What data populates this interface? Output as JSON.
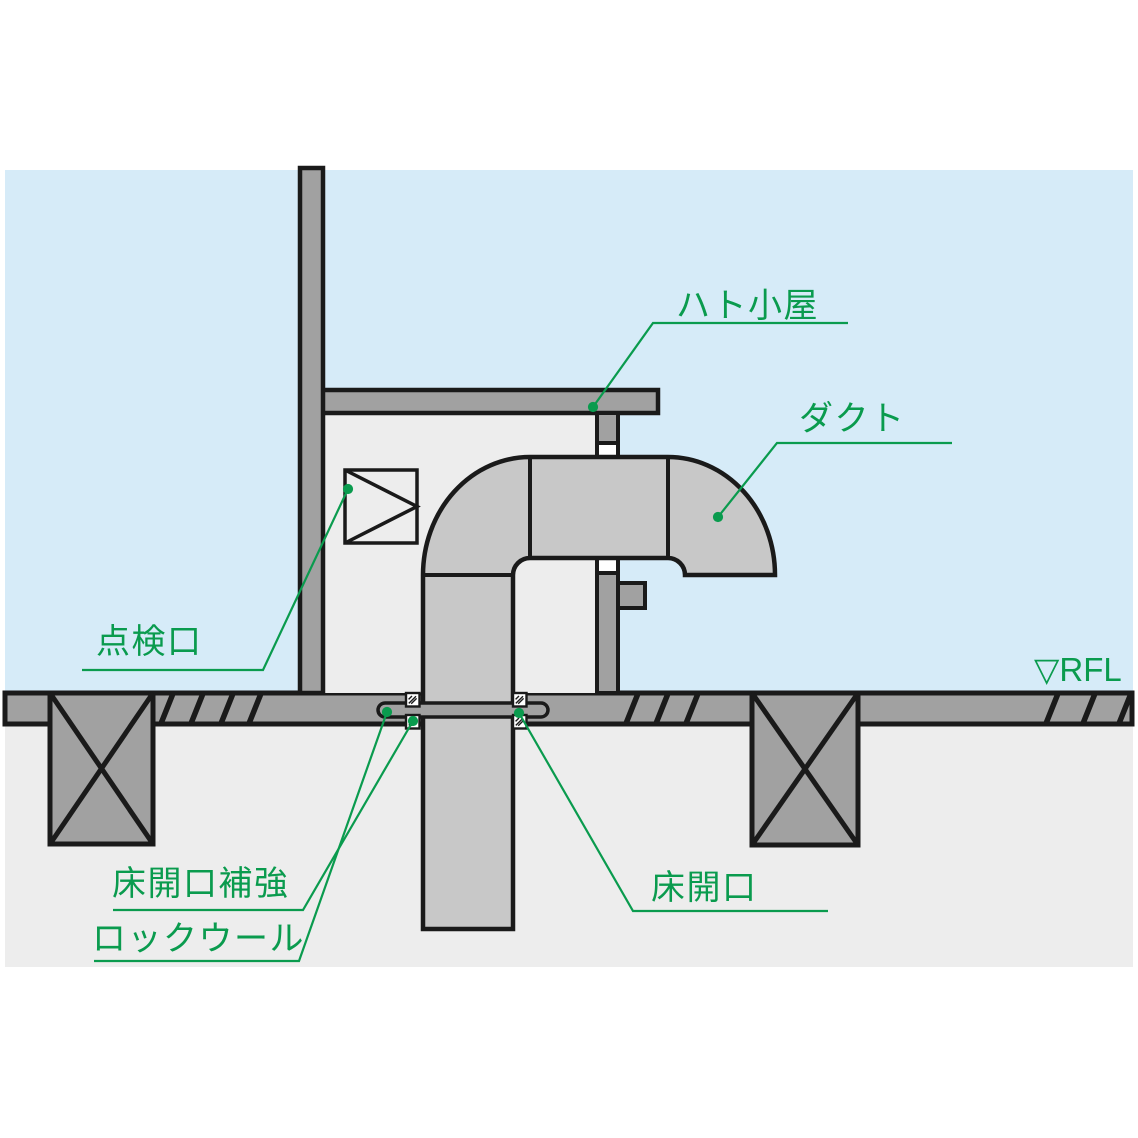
{
  "labels": {
    "hatogoya": "ハト小屋",
    "duct": "ダクト",
    "inspection_port": "点検口",
    "floor_opening_reinforcement": "床開口補強",
    "rockwool": "ロックウール",
    "floor_opening": "床開口",
    "floor_level": "▽RFL"
  },
  "colors": {
    "sky": "#d6ebf8",
    "ground": "#ededed",
    "concrete": "#a1a1a1",
    "duct_fill": "#c8c8c8",
    "outline": "#1a1a1a",
    "sleeve_white": "#ffffff",
    "annotation_green": "#0a9b4e"
  }
}
